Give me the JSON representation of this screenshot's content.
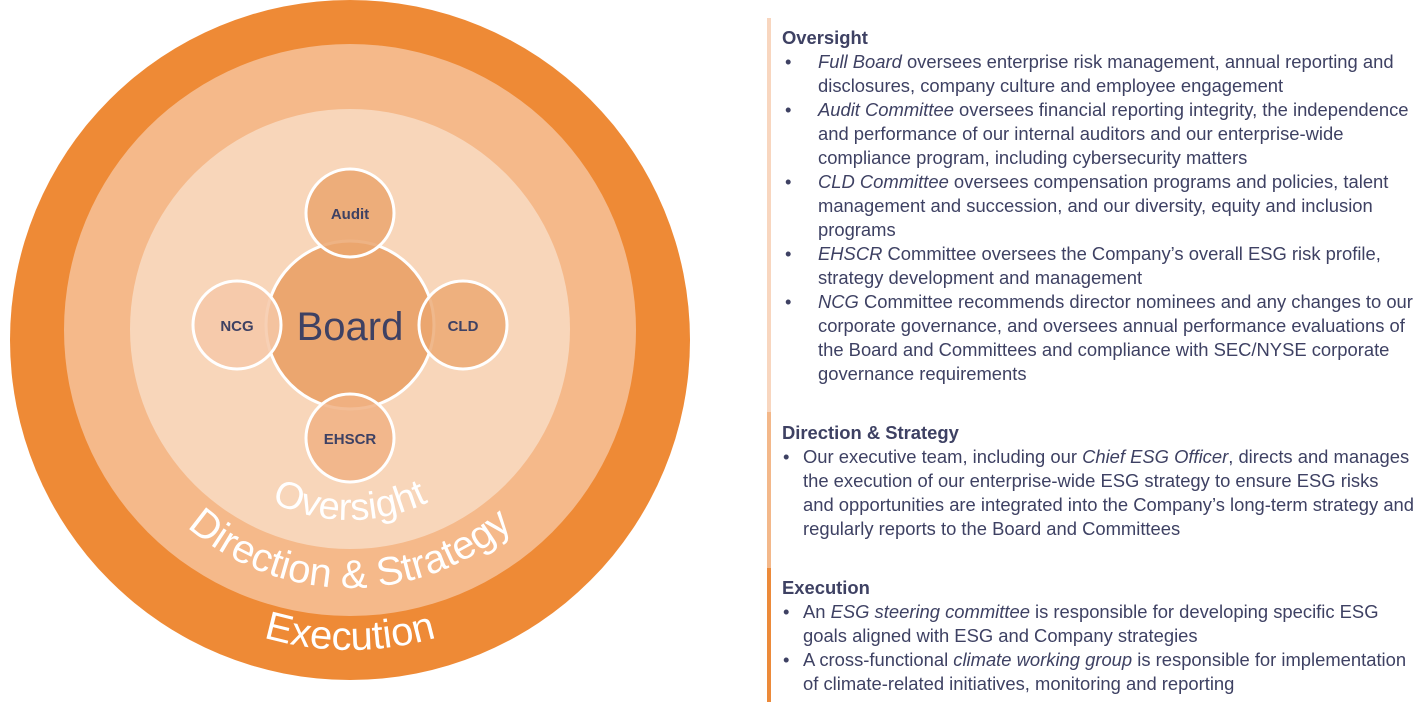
{
  "colors": {
    "execution": "#EE8A36",
    "direction": "#F5B98A",
    "oversight": "#F8D6BA",
    "board": "#EBA66F",
    "text": "#3e4163"
  },
  "diagram": {
    "center": "Board",
    "committees": [
      "Audit",
      "CLD",
      "EHSCR",
      "NCG"
    ],
    "rings": [
      "Oversight",
      "Direction & Strategy",
      "Execution"
    ]
  },
  "oversight": {
    "heading": "Oversight",
    "bullets": [
      [
        {
          "t": "Full Board",
          "i": true
        },
        {
          "t": " oversees enterprise risk management, annual reporting and disclosures, company culture and employee engagement",
          "i": false
        }
      ],
      [
        {
          "t": "Audit Committee",
          "i": true
        },
        {
          "t": " oversees financial reporting integrity, the independence and performance of our internal auditors and our enterprise-wide compliance program, including cybersecurity matters",
          "i": false
        }
      ],
      [
        {
          "t": "CLD Committee",
          "i": true
        },
        {
          "t": " oversees compensation programs and policies, talent management and succession, and our diversity, equity and inclusion programs",
          "i": false
        }
      ],
      [
        {
          "t": "EHSCR",
          "i": true
        },
        {
          "t": " Committee oversees the Company’s overall ESG risk profile, strategy development and management",
          "i": false
        }
      ],
      [
        {
          "t": "NCG",
          "i": true
        },
        {
          "t": " Committee recommends director nominees and any changes to our corporate governance, and oversees annual performance evaluations of the Board and Committees and compliance with SEC/NYSE corporate governance requirements",
          "i": false
        }
      ]
    ]
  },
  "direction": {
    "heading": "Direction & Strategy",
    "bullets": [
      [
        {
          "t": "Our executive team, including our ",
          "i": false
        },
        {
          "t": "Chief ESG Officer",
          "i": true
        },
        {
          "t": ", directs and manages the execution of our enterprise-wide ESG strategy to ensure ESG risks and opportunities are integrated into the Company’s long-term strategy and regularly reports to the Board and Committees",
          "i": false
        }
      ]
    ]
  },
  "execution": {
    "heading": "Execution",
    "bullets": [
      [
        {
          "t": "An ",
          "i": false
        },
        {
          "t": "ESG steering committee",
          "i": true
        },
        {
          "t": " is responsible for developing specific ESG goals aligned with ESG and Company strategies",
          "i": false
        }
      ],
      [
        {
          "t": "A cross-functional ",
          "i": false
        },
        {
          "t": "climate working group",
          "i": true
        },
        {
          "t": " is responsible for implementation of climate-related initiatives, monitoring and reporting",
          "i": false
        }
      ]
    ]
  }
}
